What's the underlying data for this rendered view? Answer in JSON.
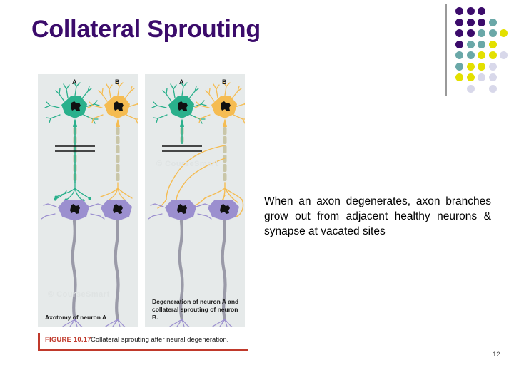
{
  "slide": {
    "title": "Collateral Sprouting",
    "page_number": "12",
    "title_color": "#3b0b6b",
    "background_color": "#ffffff"
  },
  "decoration": {
    "name": "dot-grid",
    "colors": {
      "purple": "#3b0b6b",
      "teal": "#6aa8a8",
      "yellow": "#e3e000",
      "lavender": "#d8d8ea",
      "rule": "#9a9a9a"
    },
    "dots": [
      {
        "col": 0,
        "row": 0,
        "color": "#3b0b6b"
      },
      {
        "col": 1,
        "row": 0,
        "color": "#3b0b6b"
      },
      {
        "col": 2,
        "row": 0,
        "color": "#3b0b6b"
      },
      {
        "col": 0,
        "row": 1,
        "color": "#3b0b6b"
      },
      {
        "col": 1,
        "row": 1,
        "color": "#3b0b6b"
      },
      {
        "col": 2,
        "row": 1,
        "color": "#3b0b6b"
      },
      {
        "col": 3,
        "row": 1,
        "color": "#6aa8a8"
      },
      {
        "col": 0,
        "row": 2,
        "color": "#3b0b6b"
      },
      {
        "col": 1,
        "row": 2,
        "color": "#3b0b6b"
      },
      {
        "col": 2,
        "row": 2,
        "color": "#6aa8a8"
      },
      {
        "col": 3,
        "row": 2,
        "color": "#6aa8a8"
      },
      {
        "col": 4,
        "row": 2,
        "color": "#e3e000"
      },
      {
        "col": 0,
        "row": 3,
        "color": "#3b0b6b"
      },
      {
        "col": 1,
        "row": 3,
        "color": "#6aa8a8"
      },
      {
        "col": 2,
        "row": 3,
        "color": "#6aa8a8"
      },
      {
        "col": 3,
        "row": 3,
        "color": "#e3e000"
      },
      {
        "col": 0,
        "row": 4,
        "color": "#6aa8a8"
      },
      {
        "col": 1,
        "row": 4,
        "color": "#6aa8a8"
      },
      {
        "col": 2,
        "row": 4,
        "color": "#e3e000"
      },
      {
        "col": 3,
        "row": 4,
        "color": "#e3e000"
      },
      {
        "col": 4,
        "row": 4,
        "color": "#d8d8ea"
      },
      {
        "col": 0,
        "row": 5,
        "color": "#6aa8a8"
      },
      {
        "col": 1,
        "row": 5,
        "color": "#e3e000"
      },
      {
        "col": 2,
        "row": 5,
        "color": "#e3e000"
      },
      {
        "col": 3,
        "row": 5,
        "color": "#d8d8ea"
      },
      {
        "col": 0,
        "row": 6,
        "color": "#e3e000"
      },
      {
        "col": 1,
        "row": 6,
        "color": "#e3e000"
      },
      {
        "col": 2,
        "row": 6,
        "color": "#d8d8ea"
      },
      {
        "col": 3,
        "row": 6,
        "color": "#d8d8ea"
      },
      {
        "col": 1,
        "row": 7,
        "color": "#d8d8ea"
      },
      {
        "col": 3,
        "row": 7,
        "color": "#d8d8ea"
      }
    ]
  },
  "figure": {
    "panel_background": "#e6eaea",
    "watermark": "© CourseSmart",
    "neuron_colors": {
      "neuron_a": "#2ab08c",
      "neuron_b": "#f5bc52",
      "target_neuron": "#9b8fcf",
      "myelin": "#c9c6a8",
      "lower_axon": "#9a9aa8"
    },
    "panels": [
      {
        "id": "panel-left",
        "label_a": "A",
        "label_b": "B",
        "caption": "Axotomy of neuron A"
      },
      {
        "id": "panel-right",
        "label_a": "A",
        "label_b": "B",
        "caption": "Degeneration of neuron A and collateral sprouting of neuron B."
      }
    ],
    "caption_bar": {
      "figure_number": "FIGURE 10.17",
      "figure_text": "Collateral sprouting after neural degeneration.",
      "accent_color": "#c0392b"
    }
  },
  "body": {
    "paragraph": "When an axon degenerates, axon branches grow out from adjacent healthy neurons & synapse at vacated sites"
  }
}
